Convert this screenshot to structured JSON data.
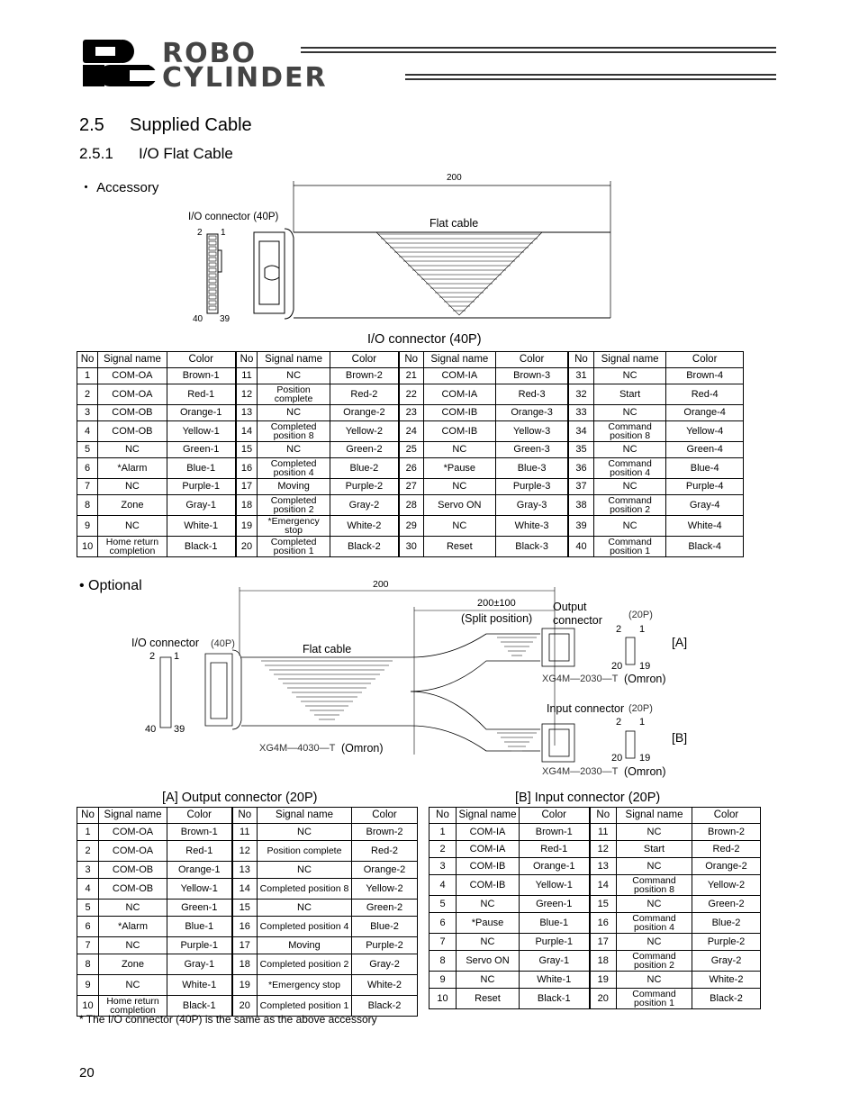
{
  "logo": {
    "line1": "ROBO",
    "line2": "CYLINDER"
  },
  "section": {
    "number": "2.5",
    "title": "Supplied Cable"
  },
  "subsection": {
    "number": "2.5.1",
    "title": "I/O Flat Cable"
  },
  "accessory": {
    "bullet": "・ Accessory",
    "dim_length": "200",
    "connector_label": "I/O connector (40P)",
    "flat_cable_label": "Flat cable",
    "pin_top_left": "2",
    "pin_top_right": "1",
    "pin_bottom_left": "40",
    "pin_bottom_right": "39",
    "table_title": "I/O connector (40P)"
  },
  "main_table": {
    "headers": [
      "No",
      "Signal name",
      "Color"
    ],
    "rows": [
      [
        [
          "1",
          "COM-OA",
          "Brown-1"
        ],
        [
          "11",
          "NC",
          "Brown-2"
        ],
        [
          "21",
          "COM-IA",
          "Brown-3"
        ],
        [
          "31",
          "NC",
          "Brown-4"
        ]
      ],
      [
        [
          "2",
          "COM-OA",
          "Red-1"
        ],
        [
          "12",
          "Position complete",
          "Red-2"
        ],
        [
          "22",
          "COM-IA",
          "Red-3"
        ],
        [
          "32",
          "Start",
          "Red-4"
        ]
      ],
      [
        [
          "3",
          "COM-OB",
          "Orange-1"
        ],
        [
          "13",
          "NC",
          "Orange-2"
        ],
        [
          "23",
          "COM-IB",
          "Orange-3"
        ],
        [
          "33",
          "NC",
          "Orange-4"
        ]
      ],
      [
        [
          "4",
          "COM-OB",
          "Yellow-1"
        ],
        [
          "14",
          "Completed position 8",
          "Yellow-2"
        ],
        [
          "24",
          "COM-IB",
          "Yellow-3"
        ],
        [
          "34",
          "Command position 8",
          "Yellow-4"
        ]
      ],
      [
        [
          "5",
          "NC",
          "Green-1"
        ],
        [
          "15",
          "NC",
          "Green-2"
        ],
        [
          "25",
          "NC",
          "Green-3"
        ],
        [
          "35",
          "NC",
          "Green-4"
        ]
      ],
      [
        [
          "6",
          "*Alarm",
          "Blue-1"
        ],
        [
          "16",
          "Completed position 4",
          "Blue-2"
        ],
        [
          "26",
          "*Pause",
          "Blue-3"
        ],
        [
          "36",
          "Command position 4",
          "Blue-4"
        ]
      ],
      [
        [
          "7",
          "NC",
          "Purple-1"
        ],
        [
          "17",
          "Moving",
          "Purple-2"
        ],
        [
          "27",
          "NC",
          "Purple-3"
        ],
        [
          "37",
          "NC",
          "Purple-4"
        ]
      ],
      [
        [
          "8",
          "Zone",
          "Gray-1"
        ],
        [
          "18",
          "Completed position 2",
          "Gray-2"
        ],
        [
          "28",
          "Servo ON",
          "Gray-3"
        ],
        [
          "38",
          "Command position 2",
          "Gray-4"
        ]
      ],
      [
        [
          "9",
          "NC",
          "White-1"
        ],
        [
          "19",
          "*Emergency stop",
          "White-2"
        ],
        [
          "29",
          "NC",
          "White-3"
        ],
        [
          "39",
          "NC",
          "White-4"
        ]
      ],
      [
        [
          "10",
          "Home return completion",
          "Black-1"
        ],
        [
          "20",
          "Completed position 1",
          "Black-2"
        ],
        [
          "30",
          "Reset",
          "Black-3"
        ],
        [
          "40",
          "Command position 1",
          "Black-4"
        ]
      ]
    ]
  },
  "optional": {
    "bullet": "•  Optional",
    "dim_length": "200",
    "dim_split": "200±100",
    "split_label": "(Split position)",
    "io_connector_label": "I/O connector",
    "io_connector_pins": "(40P)",
    "flat_cable_label": "Flat cable",
    "output_connector_label": "Output connector",
    "output_pins": "(20P)",
    "input_connector_label": "Input connector",
    "input_pins": "(20P)",
    "part_40": "XG4M—4030—T",
    "part_20a": "XG4M—2030—T",
    "part_20b": "XG4M—2030—T",
    "omron": "(Omron)",
    "mark_a": "[A]",
    "mark_b": "[B]",
    "pin_2": "2",
    "pin_1": "1",
    "pin_40": "40",
    "pin_39": "39",
    "pin_20": "20",
    "pin_19": "19"
  },
  "table_a": {
    "title": "[A] Output connector (20P)",
    "headers": [
      "No",
      "Signal name",
      "Color"
    ],
    "rows": [
      [
        [
          "1",
          "COM-OA",
          "Brown-1"
        ],
        [
          "11",
          "NC",
          "Brown-2"
        ]
      ],
      [
        [
          "2",
          "COM-OA",
          "Red-1"
        ],
        [
          "12",
          "Position complete",
          "Red-2"
        ]
      ],
      [
        [
          "3",
          "COM-OB",
          "Orange-1"
        ],
        [
          "13",
          "NC",
          "Orange-2"
        ]
      ],
      [
        [
          "4",
          "COM-OB",
          "Yellow-1"
        ],
        [
          "14",
          "Completed position 8",
          "Yellow-2"
        ]
      ],
      [
        [
          "5",
          "NC",
          "Green-1"
        ],
        [
          "15",
          "NC",
          "Green-2"
        ]
      ],
      [
        [
          "6",
          "*Alarm",
          "Blue-1"
        ],
        [
          "16",
          "Completed position 4",
          "Blue-2"
        ]
      ],
      [
        [
          "7",
          "NC",
          "Purple-1"
        ],
        [
          "17",
          "Moving",
          "Purple-2"
        ]
      ],
      [
        [
          "8",
          "Zone",
          "Gray-1"
        ],
        [
          "18",
          "Completed position 2",
          "Gray-2"
        ]
      ],
      [
        [
          "9",
          "NC",
          "White-1"
        ],
        [
          "19",
          "*Emergency stop",
          "White-2"
        ]
      ],
      [
        [
          "10",
          "Home return completion",
          "Black-1"
        ],
        [
          "20",
          "Completed position 1",
          "Black-2"
        ]
      ]
    ]
  },
  "table_b": {
    "title": "[B] Input connector (20P)",
    "headers": [
      "No",
      "Signal name",
      "Color"
    ],
    "rows": [
      [
        [
          "1",
          "COM-IA",
          "Brown-1"
        ],
        [
          "11",
          "NC",
          "Brown-2"
        ]
      ],
      [
        [
          "2",
          "COM-IA",
          "Red-1"
        ],
        [
          "12",
          "Start",
          "Red-2"
        ]
      ],
      [
        [
          "3",
          "COM-IB",
          "Orange-1"
        ],
        [
          "13",
          "NC",
          "Orange-2"
        ]
      ],
      [
        [
          "4",
          "COM-IB",
          "Yellow-1"
        ],
        [
          "14",
          "Command position 8",
          "Yellow-2"
        ]
      ],
      [
        [
          "5",
          "NC",
          "Green-1"
        ],
        [
          "15",
          "NC",
          "Green-2"
        ]
      ],
      [
        [
          "6",
          "*Pause",
          "Blue-1"
        ],
        [
          "16",
          "Command position 4",
          "Blue-2"
        ]
      ],
      [
        [
          "7",
          "NC",
          "Purple-1"
        ],
        [
          "17",
          "NC",
          "Purple-2"
        ]
      ],
      [
        [
          "8",
          "Servo ON",
          "Gray-1"
        ],
        [
          "18",
          "Command position 2",
          "Gray-2"
        ]
      ],
      [
        [
          "9",
          "NC",
          "White-1"
        ],
        [
          "19",
          "NC",
          "White-2"
        ]
      ],
      [
        [
          "10",
          "Reset",
          "Black-1"
        ],
        [
          "20",
          "Command position 1",
          "Black-2"
        ]
      ]
    ]
  },
  "footnote": "*  The I/O connector (40P) is the same as the above accessory",
  "page_number": "20"
}
